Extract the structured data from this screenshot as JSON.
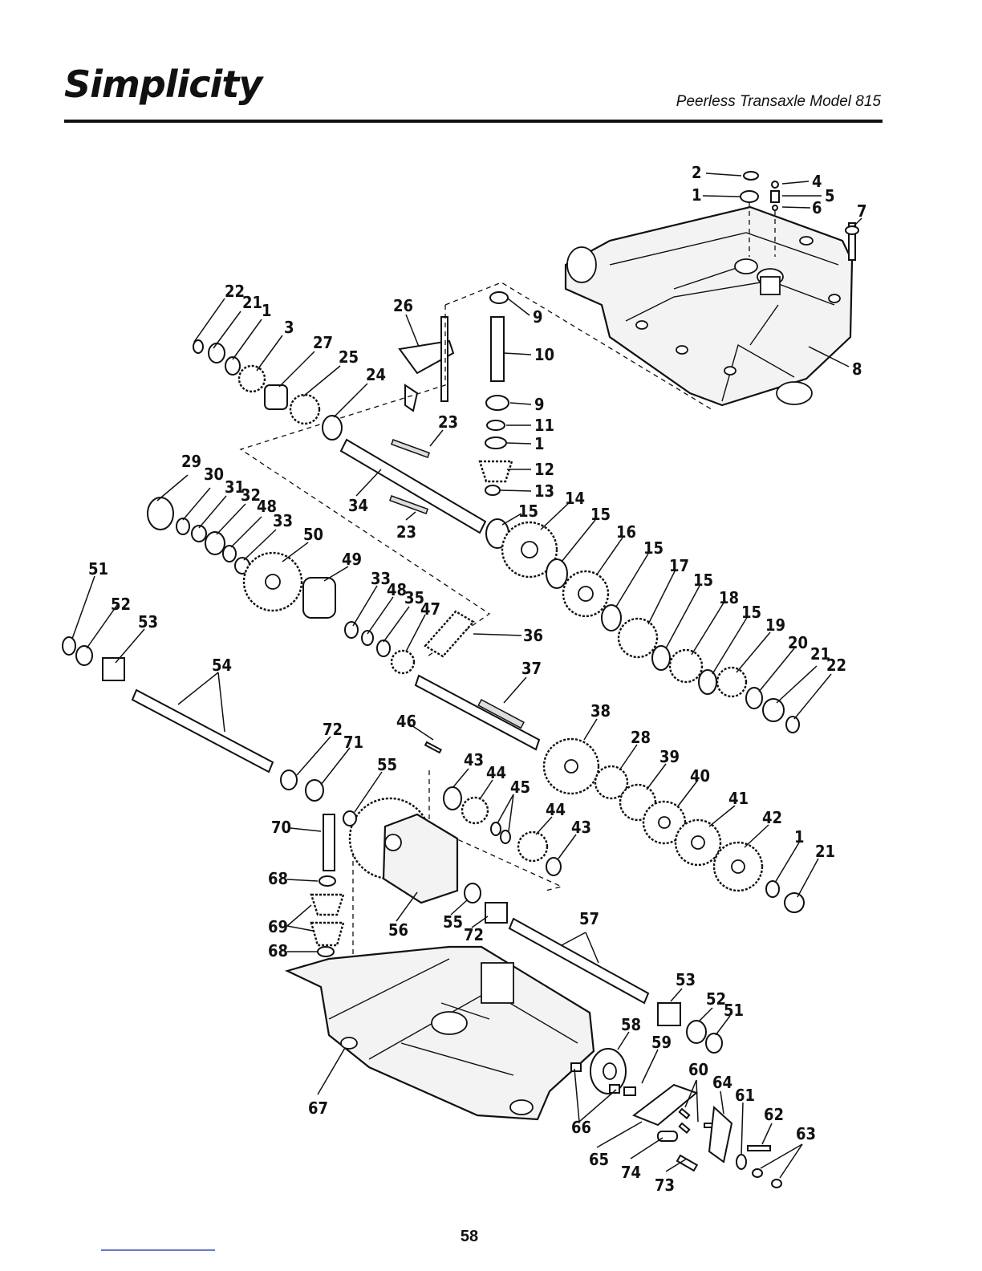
{
  "header": {
    "brand": "Simplicity",
    "title": "Peerless Transaxle Model 815"
  },
  "footer": {
    "page_number": "58"
  },
  "labels": [
    "1",
    "2",
    "4",
    "5",
    "6",
    "7",
    "8",
    "9",
    "10",
    "9",
    "11",
    "1",
    "12",
    "13",
    "22",
    "21",
    "1",
    "3",
    "27",
    "25",
    "24",
    "26",
    "23",
    "34",
    "23",
    "29",
    "30",
    "31",
    "32",
    "48",
    "33",
    "50",
    "49",
    "33",
    "48",
    "35",
    "47",
    "36",
    "15",
    "14",
    "15",
    "16",
    "15",
    "17",
    "15",
    "18",
    "15",
    "19",
    "20",
    "21",
    "22",
    "51",
    "52",
    "53",
    "54",
    "37",
    "38",
    "28",
    "39",
    "40",
    "41",
    "42",
    "1",
    "21",
    "46",
    "72",
    "71",
    "55",
    "43",
    "44",
    "45",
    "44",
    "43",
    "70",
    "68",
    "69",
    "68",
    "56",
    "55",
    "72",
    "57",
    "53",
    "52",
    "51",
    "58",
    "59",
    "60",
    "64",
    "61",
    "62",
    "63",
    "67",
    "66",
    "65",
    "74",
    "73"
  ]
}
